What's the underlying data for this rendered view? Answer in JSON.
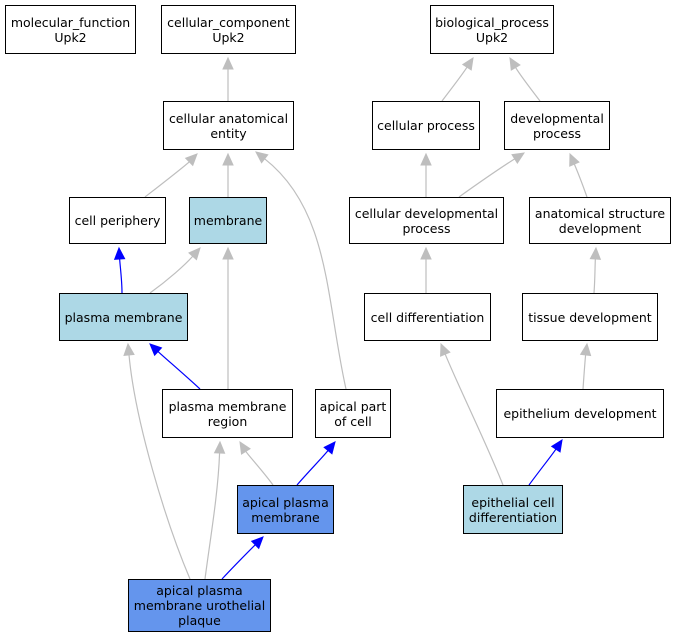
{
  "colors": {
    "term_fill": "#ffffff",
    "annotated_fill": "#add8e6",
    "highlighted_fill": "#6495ed",
    "is_a_edge": "#bebebe",
    "part_of_edge": "#0000ff"
  },
  "nodes": {
    "mf_root": {
      "label": "molecular_function\nUpk2",
      "style": "plain"
    },
    "cc_root": {
      "label": "cellular_component\nUpk2",
      "style": "plain"
    },
    "bp_root": {
      "label": "biological_process\nUpk2",
      "style": "plain"
    },
    "cae": {
      "label": "cellular anatomical\nentity",
      "style": "plain"
    },
    "cp": {
      "label": "cellular process",
      "style": "plain"
    },
    "dp": {
      "label": "developmental\nprocess",
      "style": "plain"
    },
    "cperi": {
      "label": "cell periphery",
      "style": "plain"
    },
    "mem": {
      "label": "membrane",
      "style": "annotated"
    },
    "cdp": {
      "label": "cellular developmental\nprocess",
      "style": "plain"
    },
    "asd": {
      "label": "anatomical structure\ndevelopment",
      "style": "plain"
    },
    "pm": {
      "label": "plasma membrane",
      "style": "annotated"
    },
    "cd": {
      "label": "cell differentiation",
      "style": "plain"
    },
    "td": {
      "label": "tissue development",
      "style": "plain"
    },
    "pmr": {
      "label": "plasma membrane\nregion",
      "style": "plain"
    },
    "apc": {
      "label": "apical part\nof cell",
      "style": "plain"
    },
    "ed": {
      "label": "epithelium development",
      "style": "plain"
    },
    "apm": {
      "label": "apical plasma\nmembrane",
      "style": "highlighted"
    },
    "ecd": {
      "label": "epithelial cell\ndifferentiation",
      "style": "annotated"
    },
    "apmup": {
      "label": "apical plasma\nmembrane urothelial\nplaque",
      "style": "highlighted"
    }
  },
  "edges": [
    {
      "from": "cae",
      "to": "cc_root",
      "type": "is_a"
    },
    {
      "from": "cperi",
      "to": "cae",
      "type": "is_a"
    },
    {
      "from": "mem",
      "to": "cae",
      "type": "is_a"
    },
    {
      "from": "apc",
      "to": "cae",
      "type": "is_a"
    },
    {
      "from": "pm",
      "to": "cperi",
      "type": "part_of"
    },
    {
      "from": "pm",
      "to": "mem",
      "type": "is_a"
    },
    {
      "from": "pmr",
      "to": "mem",
      "type": "is_a"
    },
    {
      "from": "pmr",
      "to": "pm",
      "type": "part_of"
    },
    {
      "from": "apm",
      "to": "pmr",
      "type": "is_a"
    },
    {
      "from": "apm",
      "to": "apc",
      "type": "part_of"
    },
    {
      "from": "apmup",
      "to": "pm",
      "type": "is_a"
    },
    {
      "from": "apmup",
      "to": "pmr",
      "type": "is_a"
    },
    {
      "from": "apmup",
      "to": "apm",
      "type": "part_of"
    },
    {
      "from": "cp",
      "to": "bp_root",
      "type": "is_a"
    },
    {
      "from": "dp",
      "to": "bp_root",
      "type": "is_a"
    },
    {
      "from": "cdp",
      "to": "cp",
      "type": "is_a"
    },
    {
      "from": "cdp",
      "to": "dp",
      "type": "is_a"
    },
    {
      "from": "asd",
      "to": "dp",
      "type": "is_a"
    },
    {
      "from": "cd",
      "to": "cdp",
      "type": "is_a"
    },
    {
      "from": "td",
      "to": "asd",
      "type": "is_a"
    },
    {
      "from": "ed",
      "to": "td",
      "type": "is_a"
    },
    {
      "from": "ecd",
      "to": "cd",
      "type": "is_a"
    },
    {
      "from": "ecd",
      "to": "ed",
      "type": "part_of"
    }
  ]
}
